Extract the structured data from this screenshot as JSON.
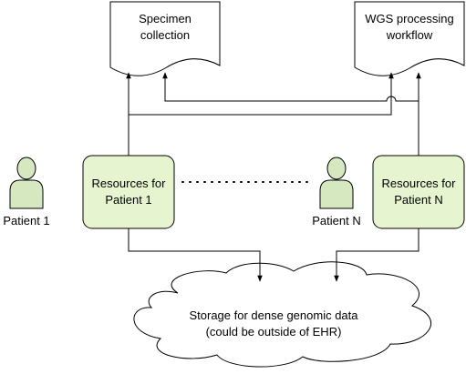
{
  "nodes": {
    "specimen_collection": {
      "line1": "Specimen",
      "line2": "collection"
    },
    "wgs_workflow": {
      "line1": "WGS processing",
      "line2": "workflow"
    },
    "resources_patient_1": {
      "line1": "Resources for",
      "line2": "Patient 1"
    },
    "resources_patient_n": {
      "line1": "Resources for",
      "line2": "Patient N"
    },
    "patient_1": {
      "label": "Patient 1"
    },
    "patient_n": {
      "label": "Patient N"
    },
    "storage": {
      "line1": "Storage for dense genomic data",
      "line2": "(could be outside of EHR)"
    }
  },
  "colors": {
    "stroke": "#000000",
    "resource_fill": "#e6f5d0",
    "person_fill": "#d5e8c0",
    "document_fill": "#ffffff",
    "cloud_fill": "#ffffff"
  }
}
